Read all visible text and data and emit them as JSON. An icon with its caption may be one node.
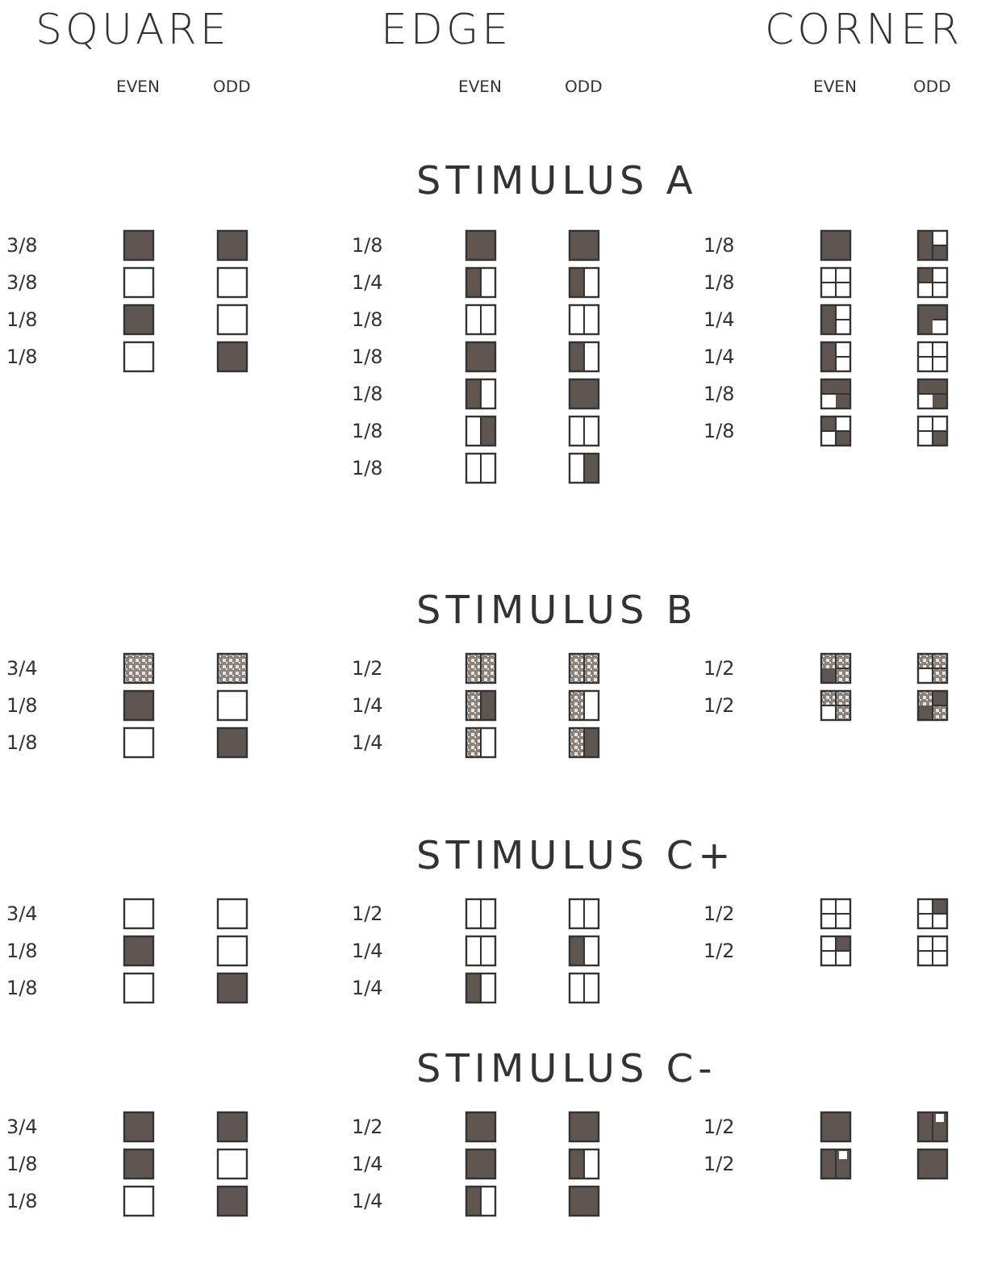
{
  "diagram": {
    "labels": [
      "SQUARE",
      "EDGE",
      "CORNER",
      "EVEN",
      "ODD",
      "EVEN",
      "ODD",
      "EVEN",
      "ODD",
      "STIMULUS A",
      "3/8",
      "1/8",
      "1/8",
      "3/8",
      "1/4",
      "1/8",
      "1/8",
      "1/8",
      "1/4",
      "1/8",
      "1/8",
      "1/4",
      "1/8",
      "1/8",
      "1/8",
      "1/8",
      "1/8",
      "STIMULUS B",
      "3/4",
      "1/2",
      "1/2",
      "1/8",
      "1/4",
      "1/2",
      "1/8",
      "1/4",
      "STIMULUS C+",
      "3/4",
      "1/2",
      "1/2",
      "1/8",
      "1/4",
      "1/2",
      "1/8",
      "1/4",
      "STIMULUS C-",
      "3/4",
      "1/2",
      "1/2",
      "1/8",
      "1/4",
      "1/2",
      "1/8",
      "1/4"
    ]
  }
}
